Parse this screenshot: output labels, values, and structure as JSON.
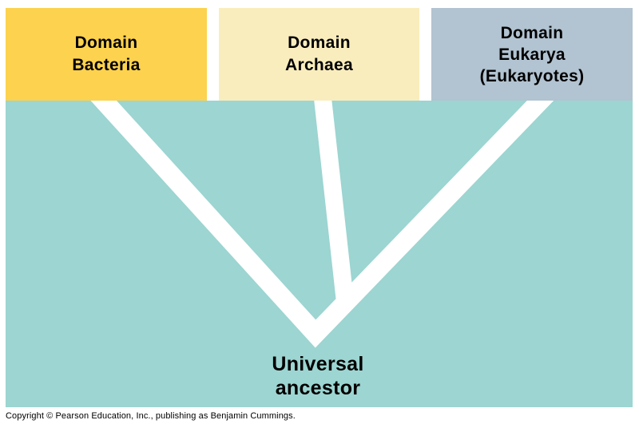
{
  "colors": {
    "background": "#FFFFFF",
    "teal_field": "#9CD5D1",
    "branch": "#FFFFFF",
    "bacteria_box": "#FDD24E",
    "archaea_box": "#FAEDBD",
    "eukarya_box": "#B2C3D1",
    "text": "#000000"
  },
  "domains": [
    {
      "name": "Bacteria",
      "lines": [
        "Domain",
        "Bacteria"
      ],
      "color": "#FDD24E"
    },
    {
      "name": "Archaea",
      "lines": [
        "Domain",
        "Archaea"
      ],
      "color": "#FAEDBD"
    },
    {
      "name": "Eukarya",
      "lines": [
        "Domain",
        "Eukarya",
        "(Eukaryotes)"
      ],
      "color": "#B2C3D1"
    }
  ],
  "root": {
    "lines": [
      "Universal",
      "ancestor"
    ]
  },
  "footer": {
    "copyright": "Copyright © Pearson Education, Inc., publishing as Benjamin Cummings."
  }
}
